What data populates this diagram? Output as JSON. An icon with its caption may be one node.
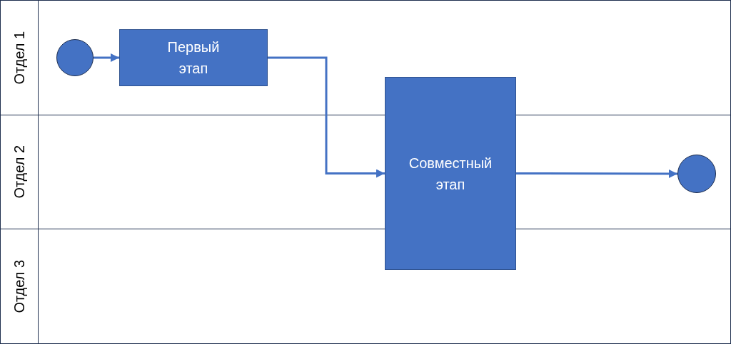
{
  "diagram": {
    "nodes": [
      {
        "text": [
          "Отдел 1"
        ]
      },
      {
        "text": [
          "Отдел 2"
        ]
      },
      {
        "text": [
          "Отдел 3"
        ]
      },
      {
        "text": [],
        "shape": "circle",
        "in": 0
      },
      {
        "text": [
          "Первый этап"
        ],
        "in": 0
      },
      {
        "text": [
          "Совместный этап"
        ]
      },
      {
        "text": [],
        "shape": "circle",
        "in": 1
      }
    ],
    "edges": [
      {
        "from": 3,
        "to": 4,
        "arrow": "to"
      },
      {
        "from": 4,
        "to": 5,
        "arrow": "to"
      },
      {
        "from": 5,
        "to": 6,
        "arrow": "to"
      }
    ]
  }
}
